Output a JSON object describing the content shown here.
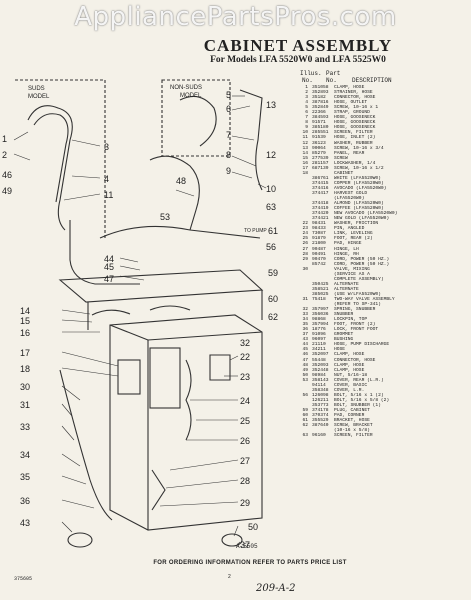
{
  "watermark": "AppliancePartsPros.com",
  "header": {
    "title": "CABINET ASSEMBLY",
    "subtitle": "For Models LFA 5520W0 and LFA 5525W0"
  },
  "parts_table": {
    "col_illus": "Illus.",
    "col_no": "No.",
    "col_part": "Part",
    "col_part_no": "No.",
    "col_desc": "DESCRIPTION",
    "rows": [
      [
        "1",
        "351058",
        "CLAMP, HOSE"
      ],
      [
        "2",
        "352893",
        "STRAINER, HOSE"
      ],
      [
        "3",
        "35182",
        "CONNECTOR, HOSE"
      ],
      [
        "4",
        "387816",
        "HOSE, OUTLET"
      ],
      [
        "5",
        "352849",
        "SCREW, 10-16 x 1"
      ],
      [
        "6",
        "22366",
        "STRAP, GROUND"
      ],
      [
        "7",
        "384593",
        "HOSE, GOOSENECK"
      ],
      [
        "8",
        "91571",
        "HOSE, GOOSENECK"
      ],
      [
        "9",
        "385180",
        "HOSE, GOOSENECK"
      ],
      [
        "10",
        "285551",
        "SCREEN, FILTER"
      ],
      [
        "11",
        "91539",
        "HOSE, INLET (2)"
      ],
      [
        "12",
        "36123",
        "WASHER, RUBBER"
      ],
      [
        "13",
        "90064",
        "SCREW, 10-16 x 3/4"
      ],
      [
        "14",
        "85279",
        "PANEL, REAR"
      ],
      [
        "15",
        "277539",
        "SCREW"
      ],
      [
        "16",
        "281157",
        "LOCKWASHER, 1/4"
      ],
      [
        "17",
        "687139",
        "SCREW, 10-16 x 1/2"
      ],
      [
        "18",
        "",
        "CABINET"
      ],
      [
        "",
        "386761",
        "WHITE (LFA5520W0)"
      ],
      [
        "",
        "374415",
        "COPPER (LFA5520W0)"
      ],
      [
        "",
        "374416",
        "AVOCADO (LFA5520W0)"
      ],
      [
        "",
        "374417",
        "HARVEST GOLD"
      ],
      [
        "",
        "",
        "(LFA5520W0)"
      ],
      [
        "",
        "374418",
        "ALMOND (LFA5520W0)"
      ],
      [
        "",
        "374419",
        "COFFEE (LFA5520W0)"
      ],
      [
        "",
        "374420",
        "NEW AVOCADO (LFA5520W0)"
      ],
      [
        "",
        "374421",
        "NEW GOLD (LFA5520W0)"
      ],
      [
        "22",
        "98431",
        "WASHER, FRICTION"
      ],
      [
        "23",
        "98433",
        "PIN, ANGLED"
      ],
      [
        "24",
        "73087",
        "LINK, LEVELING"
      ],
      [
        "25",
        "91879",
        "FOOT, REAR (2)"
      ],
      [
        "26",
        "21800",
        "PAD, HINGE"
      ],
      [
        "27",
        "90487",
        "HINGE, LH"
      ],
      [
        "28",
        "90491",
        "HINGE, RH"
      ],
      [
        "29",
        "90470",
        "CORD, POWER (50 HZ.)"
      ],
      [
        "",
        "85742",
        "CORD, POWER (50 HZ.)"
      ],
      [
        "30",
        "",
        "VALVE, MIXING"
      ],
      [
        "",
        "",
        "(SERVICE AS A"
      ],
      [
        "",
        "",
        "COMPLETE ASSEMBLY)"
      ],
      [
        "",
        "350425",
        "ALTERNATE"
      ],
      [
        "",
        "358521",
        "ALTERNATE"
      ],
      [
        "",
        "385025",
        "(USE W/LFA5520W0)"
      ],
      [
        "31",
        "75418",
        "TWO-WAY VALVE ASSEMBLY"
      ],
      [
        "",
        "",
        "(REFER TO SP-341)"
      ],
      [
        "32",
        "357997",
        "SPRING, SNUBBER"
      ],
      [
        "33",
        "356036",
        "SNUBBER"
      ],
      [
        "34",
        "98868",
        "LOCKPIN, TOP"
      ],
      [
        "35",
        "357994",
        "FOOT, FRONT (2)"
      ],
      [
        "36",
        "18776",
        "LOCK, FRONT FOOT"
      ],
      [
        "37",
        "91096",
        "GROMMET"
      ],
      [
        "43",
        "96097",
        "BUSHING"
      ],
      [
        "44",
        "21110",
        "HOSE, PUMP DISCHARGE"
      ],
      [
        "45",
        "34211",
        "HOSE"
      ],
      [
        "46",
        "352097",
        "CLAMP, HOSE"
      ],
      [
        "47",
        "55448",
        "CONNECTOR, HOSE"
      ],
      [
        "48",
        "352093",
        "CLAMP, HOSE"
      ],
      [
        "49",
        "352448",
        "CLAMP, HOSE"
      ],
      [
        "50",
        "98984",
        "NUT, 5/16-18"
      ],
      [
        "53",
        "358143",
        "COVER, REAR (L.R.)"
      ],
      [
        "",
        "94114",
        "COVER, BASIC"
      ],
      [
        "",
        "358348",
        "COVER, L.R."
      ],
      [
        "56",
        "126098",
        "BOLT, 5/16 x 1 (2)"
      ],
      [
        "",
        "126211",
        "BOLT, 5/16 x 5/8 (2)"
      ],
      [
        "",
        "353773",
        "BOLT, SNUBBER (1)"
      ],
      [
        "59",
        "374178",
        "PLUG, CABINET"
      ],
      [
        "60",
        "370374",
        "PAD, CORNER"
      ],
      [
        "61",
        "355529",
        "BRACKET, HOSE"
      ],
      [
        "62",
        "387640",
        "SCREW, BRACKET"
      ],
      [
        "",
        "",
        "(10-16 x 5/8)"
      ],
      [
        "63",
        "96160",
        "SCREEN, FILTER"
      ]
    ]
  },
  "diagram": {
    "suds_label_1": "SUDS",
    "suds_label_2": "MODEL",
    "nonsuds_label_1": "NON-SUDS",
    "nonsuds_label_2": "MODEL",
    "to_pump": "TO PUMP",
    "code": "A-5505",
    "callouts": [
      "1",
      "2",
      "3",
      "4",
      "5",
      "6",
      "7",
      "8",
      "9",
      "10",
      "11",
      "12",
      "13",
      "14",
      "15",
      "16",
      "17",
      "18",
      "22",
      "23",
      "24",
      "25",
      "26",
      "27",
      "28",
      "29",
      "30",
      "31",
      "32",
      "33",
      "34",
      "35",
      "36",
      "37",
      "43",
      "44",
      "45",
      "46",
      "47",
      "48",
      "49",
      "50",
      "53",
      "56",
      "59",
      "60",
      "61",
      "62",
      "63"
    ]
  },
  "footer": {
    "notice": "FOR ORDERING INFORMATION REFER TO PARTS PRICE LIST",
    "doc_number": "375605",
    "page_number": "2",
    "handwritten": "209-A-2"
  }
}
